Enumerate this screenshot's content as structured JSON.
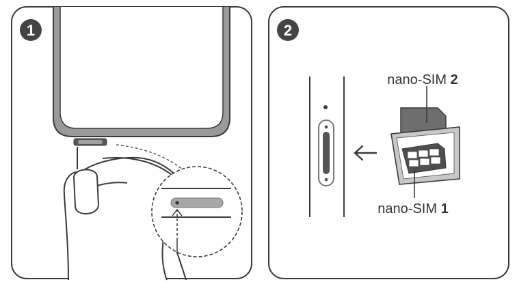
{
  "steps": [
    {
      "number": "1"
    },
    {
      "number": "2"
    }
  ],
  "labels": {
    "nano_sim_2_text": "nano-SIM ",
    "nano_sim_2_num": "2",
    "nano_sim_1_text": "nano-SIM ",
    "nano_sim_1_num": "1"
  },
  "icons": {
    "arrow": "arrow-left-icon",
    "eject": "sim-eject-pin-icon"
  },
  "colors": {
    "outline": "#3a3a3a",
    "badge": "#444444",
    "bezel": "#888888",
    "sim_body": "#6e6e6e",
    "tray_fill": "#c8c8c8"
  }
}
